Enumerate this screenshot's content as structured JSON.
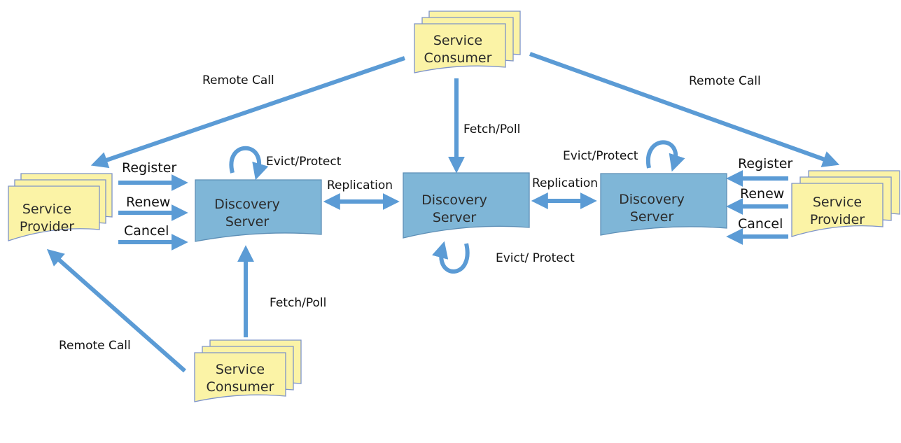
{
  "nodes": {
    "consumer_top": {
      "line1": "Service",
      "line2": "Consumer"
    },
    "consumer_bottom": {
      "line1": "Service",
      "line2": "Consumer"
    },
    "provider_left": {
      "line1": "Service",
      "line2": "Provider"
    },
    "provider_right": {
      "line1": "Service",
      "line2": "Provider"
    },
    "server_left": {
      "line1": "Discovery",
      "line2": "Server"
    },
    "server_center": {
      "line1": "Discovery",
      "line2": "Server"
    },
    "server_right": {
      "line1": "Discovery",
      "line2": "Server"
    }
  },
  "labels": {
    "remote_call_left": "Remote Call",
    "remote_call_right": "Remote Call",
    "remote_call_bottom": "Remote Call",
    "fetch_poll_top": "Fetch/Poll",
    "fetch_poll_bottom": "Fetch/Poll",
    "evict_protect_left": "Evict/Protect",
    "evict_protect_center": "Evict/ Protect",
    "evict_protect_right": "Evict/Protect",
    "replication_left": "Replication",
    "replication_right": "Replication",
    "register_left": "Register",
    "renew_left": "Renew",
    "cancel_left": "Cancel",
    "register_right": "Register",
    "renew_right": "Renew",
    "cancel_right": "Cancel"
  },
  "colors": {
    "service_fill": "#FBF3A6",
    "server_fill": "#7FB6D7",
    "arrow": "#5B9BD5"
  }
}
